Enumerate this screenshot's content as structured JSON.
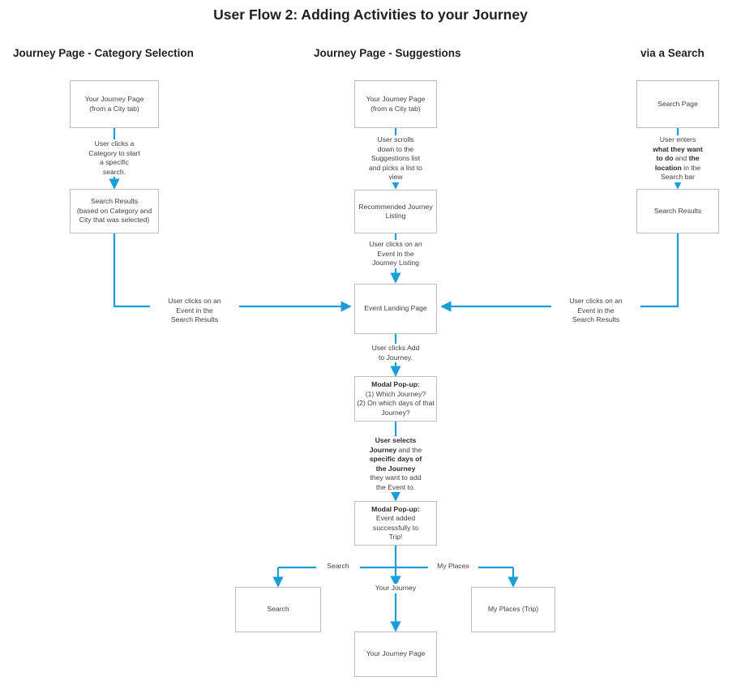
{
  "title": "User Flow 2: Adding Activities to your Journey",
  "accent_color": "#1b9dd9",
  "box_border_color": "#bdbdbd",
  "text_color": "#3f3f3f",
  "columns": [
    {
      "id": "category-selection",
      "label": "Journey Page - Category Selection"
    },
    {
      "id": "suggestions",
      "label": "Journey Page - Suggestions"
    },
    {
      "id": "via-search",
      "label": "via a Search"
    }
  ],
  "nodes": {
    "left_journey_page": "Your Journey Page\n(from a City tab)",
    "left_search_results": "Search Results\n(based on Category and\nCity that was selected)",
    "mid_journey_page": "Your Journey Page\n(from a City tab)",
    "mid_recommended_listing": "Recommended Journey\nListing",
    "mid_event_landing": "Event Landing Page",
    "mid_modal_which": "Modal Pop-up:\n(1) Which Journey?\n(2) On which days of that\nJourney?",
    "mid_modal_added": "Modal Pop-up:\nEvent added successfully to\nTrip!",
    "right_search_page": "Search Page",
    "right_search_results": "Search Results",
    "bottom_search": "Search",
    "bottom_your_journey_page": "Your Journey Page",
    "bottom_my_places": "My Places (Trip)"
  },
  "node_bold": {
    "mid_modal_which": "Modal Pop-up:",
    "mid_modal_added": "Modal Pop-up:"
  },
  "edge_labels": {
    "left_click_category": "User clicks a\nCategory to start\na specific\nsearch.",
    "left_to_event": "User clicks on an\nEvent in the\nSearch Results",
    "mid_scroll_suggestions": "User scrolls\ndown to the\nSuggestions list\nand picks a list to\nview",
    "mid_click_event": "User clicks on an\nEvent in the\nJourney Listing",
    "mid_add_to_journey": "User clicks Add\nto Journey.",
    "mid_select_journey": "User selects\nJourney and the\nspecific days of\nthe Journey\nthey want to add\nthe Event to.",
    "right_enter_search": "User enters\nwhat they want\nto do and the\nlocation in the\nSearch bar",
    "right_to_event": "User clicks on an\nEvent in the\nSearch Results",
    "branch_search": "Search",
    "branch_your_journey": "Your Journey",
    "branch_my_places": "My Places"
  }
}
